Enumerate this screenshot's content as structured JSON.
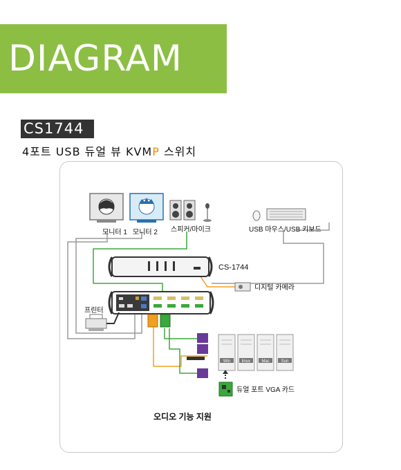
{
  "header": {
    "banner_title": "DIAGRAM",
    "model": "CS1744"
  },
  "subtitle": {
    "before": "4포트 USB 듀얼 뷰 KVM",
    "highlight": "P",
    "after": " 스위치"
  },
  "labels": {
    "monitor1": "모니터 1",
    "monitor2": "모니터 2",
    "speaker_mic": "스피커/마이크",
    "usb_kb_mouse": "USB 마우스/USB 키보드",
    "device": "CS-1744",
    "digital_camera": "디지털 카메라",
    "printer": "프린터",
    "vga_card": "듀얼 포트 VGA 카드",
    "audio_support": "오디오 기능 지원"
  },
  "computers": [
    "Win",
    "linux",
    "Mac",
    "Sun"
  ],
  "colors": {
    "banner": "#8cbe44",
    "badge": "#333333",
    "highlight": "#f18a00",
    "green_cable": "#3aa83a",
    "orange_cable": "#f0a020",
    "purple": "#6a3a9a"
  }
}
